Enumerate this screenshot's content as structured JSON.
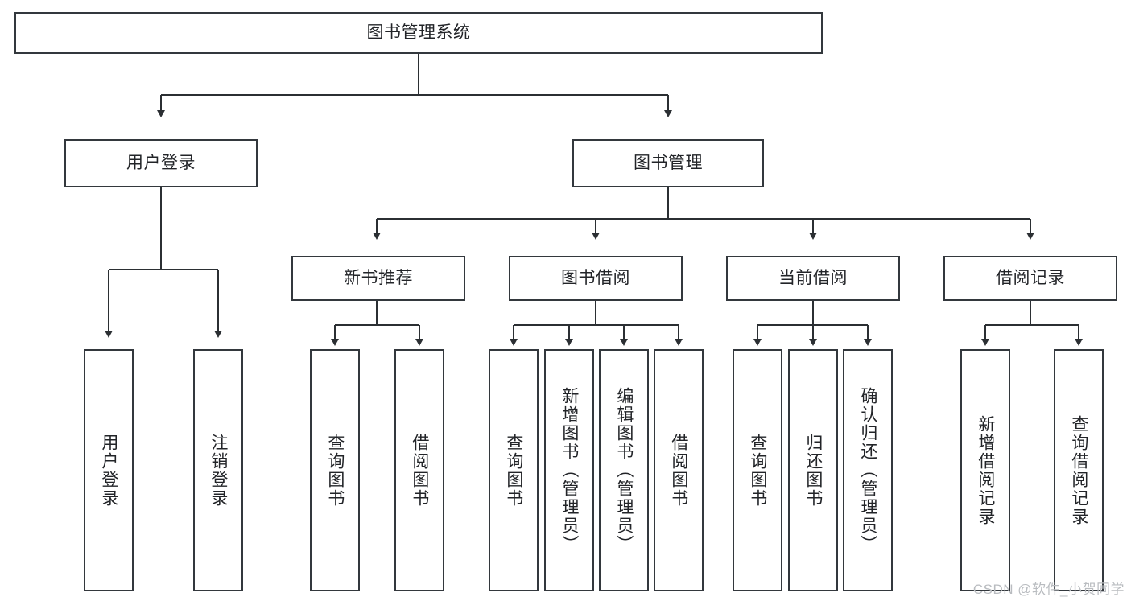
{
  "diagram": {
    "title": "图书管理系统",
    "type": "tree-hierarchy",
    "watermark": "CSDN @软件_小贺同学",
    "colors": {
      "box_border": "#33383d",
      "box_fill": "#ffffff",
      "connector": "#2b2f33",
      "text": "#222428",
      "watermark": "#b9bcc0",
      "background": "#ffffff"
    },
    "nodes": {
      "root": {
        "label": "图书管理系统"
      },
      "level2": [
        {
          "id": "user-login",
          "label": "用户登录"
        },
        {
          "id": "book-manage",
          "label": "图书管理"
        }
      ],
      "level3": [
        {
          "id": "new-book-recommend",
          "label": "新书推荐"
        },
        {
          "id": "book-borrow",
          "label": "图书借阅"
        },
        {
          "id": "current-borrow",
          "label": "当前借阅"
        },
        {
          "id": "borrow-record",
          "label": "借阅记录"
        }
      ],
      "leaves": {
        "user_login": [
          {
            "id": "leaf-user-login",
            "label": "用户登录"
          },
          {
            "id": "leaf-logout-login",
            "label": "注销登录"
          }
        ],
        "new_book_recommend": [
          {
            "id": "leaf-query-book-1",
            "label": "查询图书"
          },
          {
            "id": "leaf-borrow-book-1",
            "label": "借阅图书"
          }
        ],
        "book_borrow": [
          {
            "id": "leaf-query-book-2",
            "label": "查询图书"
          },
          {
            "id": "leaf-add-book",
            "label": "新增图书（管理员）"
          },
          {
            "id": "leaf-edit-book",
            "label": "编辑图书（管理员）"
          },
          {
            "id": "leaf-borrow-book-2",
            "label": "借阅图书"
          }
        ],
        "current_borrow": [
          {
            "id": "leaf-query-book-3",
            "label": "查询图书"
          },
          {
            "id": "leaf-return-book",
            "label": "归还图书"
          },
          {
            "id": "leaf-confirm-return",
            "label": "确认归还（管理员）"
          }
        ],
        "borrow_record": [
          {
            "id": "leaf-add-record",
            "label": "新增借阅记录"
          },
          {
            "id": "leaf-query-record",
            "label": "查询借阅记录"
          }
        ]
      }
    }
  }
}
